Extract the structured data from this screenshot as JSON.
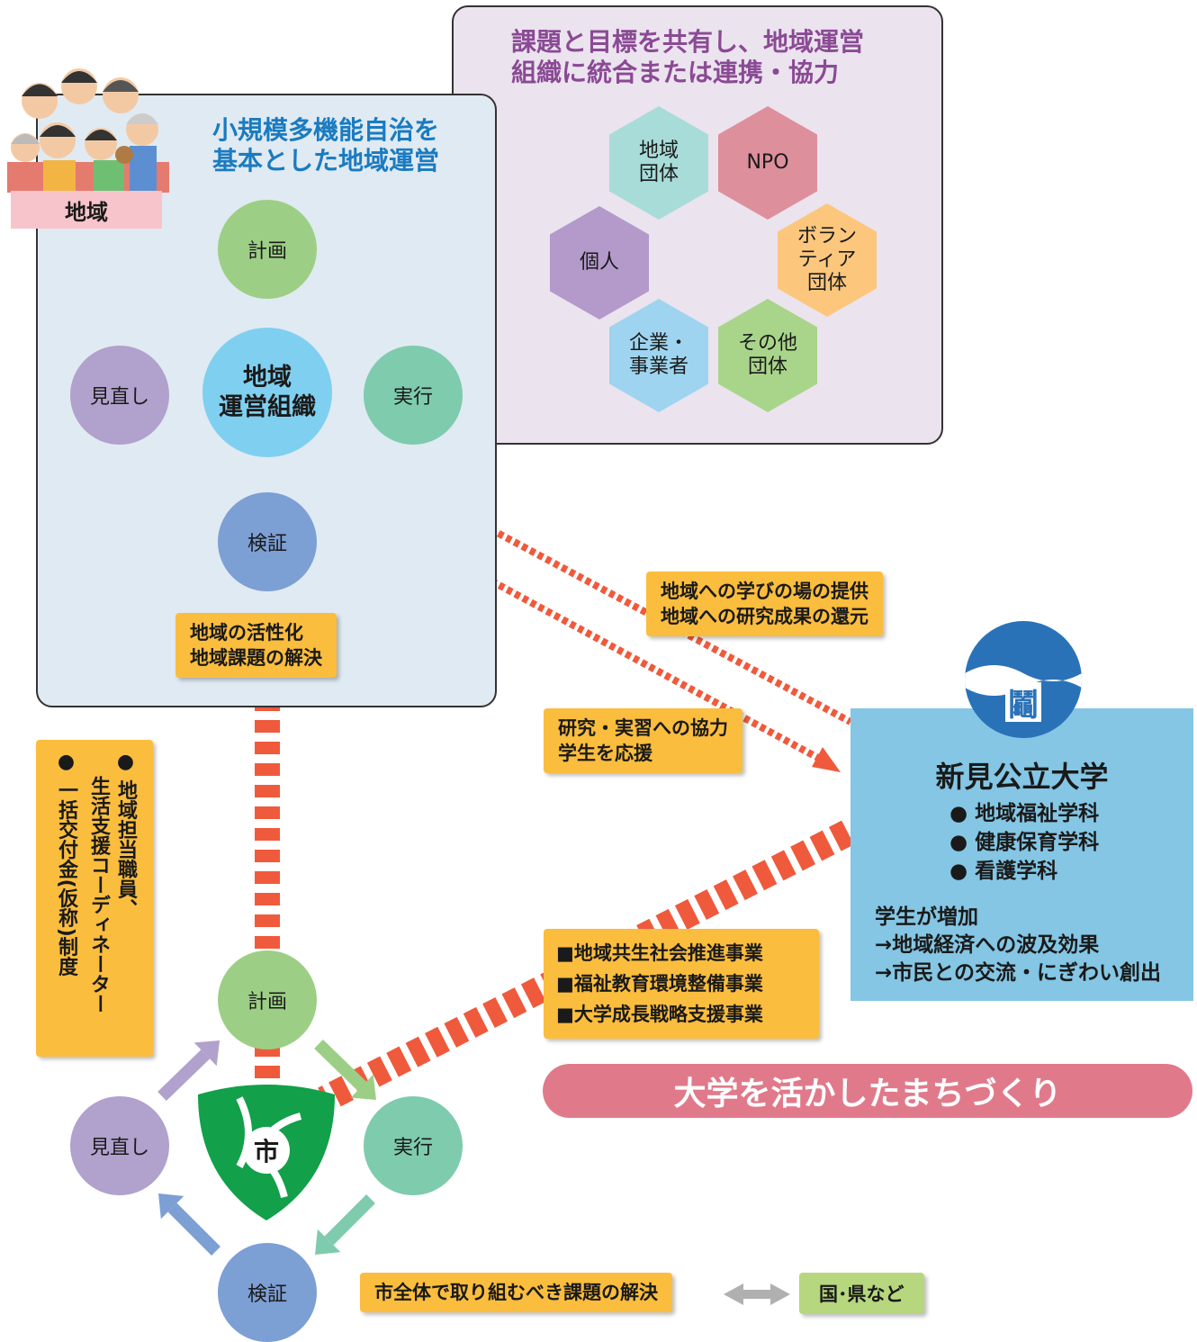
{
  "colors": {
    "plan": "#9ccf85",
    "execute": "#7fcbad",
    "review": "#b1a1cd",
    "verify": "#7c9fd4",
    "org": "#7fcff0",
    "orange_label": "#fbbd3e",
    "university": "#84c6e4",
    "banner": "#e07a8b",
    "red_dash": "#ef5a3c",
    "city_green": "#12a04a"
  },
  "region_tag": "地域",
  "partners_panel": {
    "title": "課題と目標を共有し、地域運営\n組織に統合または連携・協力",
    "hexes": [
      {
        "label": "地域\n団体",
        "color": "#a8dcd8"
      },
      {
        "label": "NPO",
        "color": "#dd8f9c"
      },
      {
        "label": "個人",
        "color": "#b39acb"
      },
      {
        "label": "ボラン\nティア\n団体",
        "color": "#fcc77d"
      },
      {
        "label": "企業・\n事業者",
        "color": "#9ed4ef"
      },
      {
        "label": "その他\n団体",
        "color": "#a9d58a"
      }
    ]
  },
  "region_panel": {
    "title": "小規模多機能自治を\n基本とした地域運営",
    "cycle": {
      "plan": "計画",
      "execute": "実行",
      "review": "見直し",
      "verify": "検証"
    },
    "center": "地域\n運営組織",
    "outcome": "地域の活性化\n地域課題の解決"
  },
  "university_to_region": "地域への学びの場の提供\n地域への研究成果の還元",
  "region_to_university": "研究・実習への協力\n学生を応援",
  "university": {
    "name": "新見公立大学",
    "logo_glyph": "鬮",
    "departments": [
      "● 地域福祉学科",
      "● 健康保育学科",
      "● 看護学科"
    ],
    "effects": [
      "学生が増加",
      "→地域経済への波及効果",
      "→市民との交流・にぎわい創出"
    ]
  },
  "city_support": {
    "line1": "● 地域担当職員、",
    "line1b": "生活支援コーディネーター",
    "line2": "● 一括交付金(仮称)制度"
  },
  "city_projects": [
    "■地域共生社会推進事業",
    "■福祉教育環境整備事業",
    "■大学成長戦略支援事業"
  ],
  "banner": "大学を活かしたまちづくり",
  "city_cycle": {
    "plan": "計画",
    "execute": "実行",
    "review": "見直し",
    "verify": "検証",
    "emblem": "市"
  },
  "city_issue": "市全体で取り組むべき課題の解決",
  "national": "国･県など"
}
